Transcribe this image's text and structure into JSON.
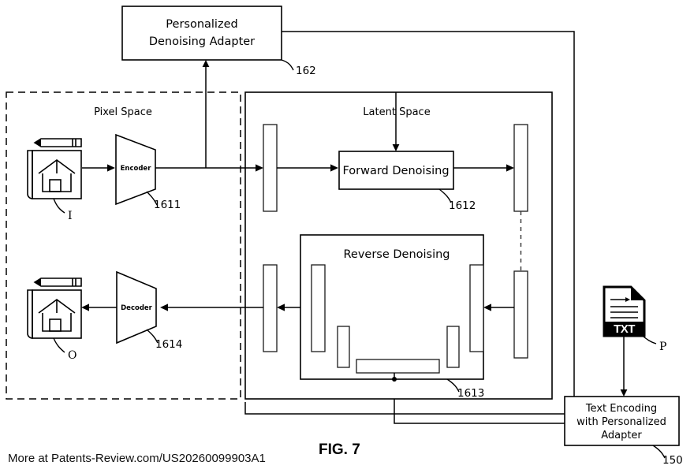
{
  "figure": {
    "number_label": "FIG. 7",
    "footer_text": "More at Patents-Review.com/US20260099903A1"
  },
  "blocks": {
    "personalized_denoising_adapter": {
      "line1": "Personalized",
      "line2": "Denoising Adapter",
      "ref": "162"
    },
    "pixel_space": {
      "label": "Pixel Space"
    },
    "latent_space": {
      "label": "Latent Space"
    },
    "encoder": {
      "label": "Encoder",
      "ref": "1611"
    },
    "decoder": {
      "label": "Decoder",
      "ref": "1614"
    },
    "forward_denoising": {
      "label": "Forward Denoising",
      "ref": "1612"
    },
    "reverse_denoising": {
      "label": "Reverse Denoising",
      "ref": "1613"
    },
    "text_encoding": {
      "line1": "Text Encoding",
      "line2": "with Personalized",
      "line3": "Adapter",
      "ref": "150"
    }
  },
  "icons": {
    "input_image": {
      "name": "blueprint-house-pencil-icon",
      "ref": "I",
      "fill": "#ffffff"
    },
    "output_image": {
      "name": "blueprint-house-pencil-icon-gray",
      "ref": "O",
      "fill": "#8a8a8a"
    },
    "text_file": {
      "name": "txt-file-icon",
      "badge": "TXT",
      "ref": "P"
    }
  },
  "colors": {
    "stroke": "#000000",
    "background": "#ffffff",
    "output_fill": "#8a8a8a",
    "output_fill_dark": "#6e6e6e"
  }
}
